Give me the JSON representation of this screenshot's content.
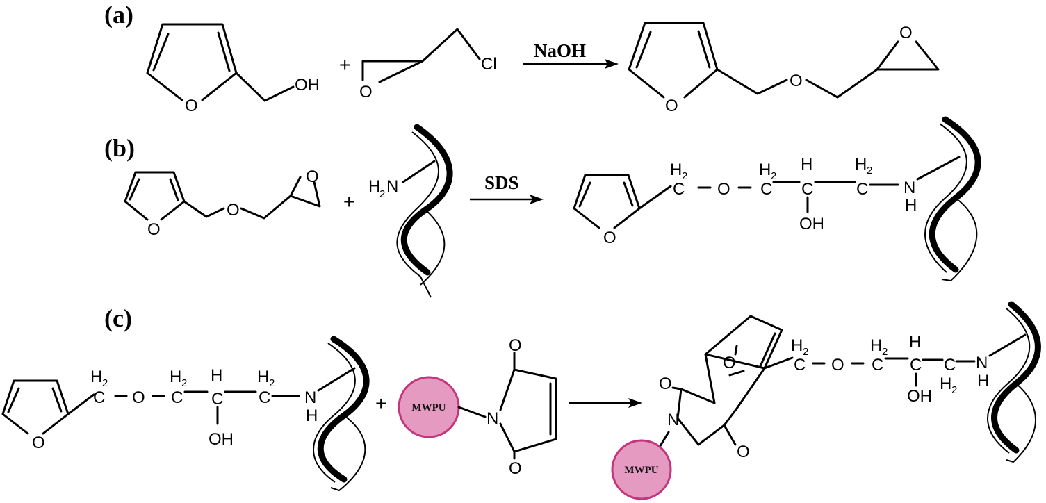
{
  "panels": [
    {
      "label": "(a)",
      "reagent": "NaOH"
    },
    {
      "label": "(b)",
      "reagent": "SDS"
    },
    {
      "label": "(c)",
      "reagent": ""
    }
  ],
  "plus": "+",
  "atoms": {
    "O": "O",
    "OH": "OH",
    "Cl": "Cl",
    "N": "N",
    "H": "H",
    "C": "C",
    "H2": "H",
    "H2N": "H",
    "NH": "N"
  },
  "bead": {
    "label": "MWPU",
    "fill": "#e59ac2",
    "stroke": "#c4357e"
  },
  "colors": {
    "ink": "#000000",
    "background": "#ffffff"
  }
}
